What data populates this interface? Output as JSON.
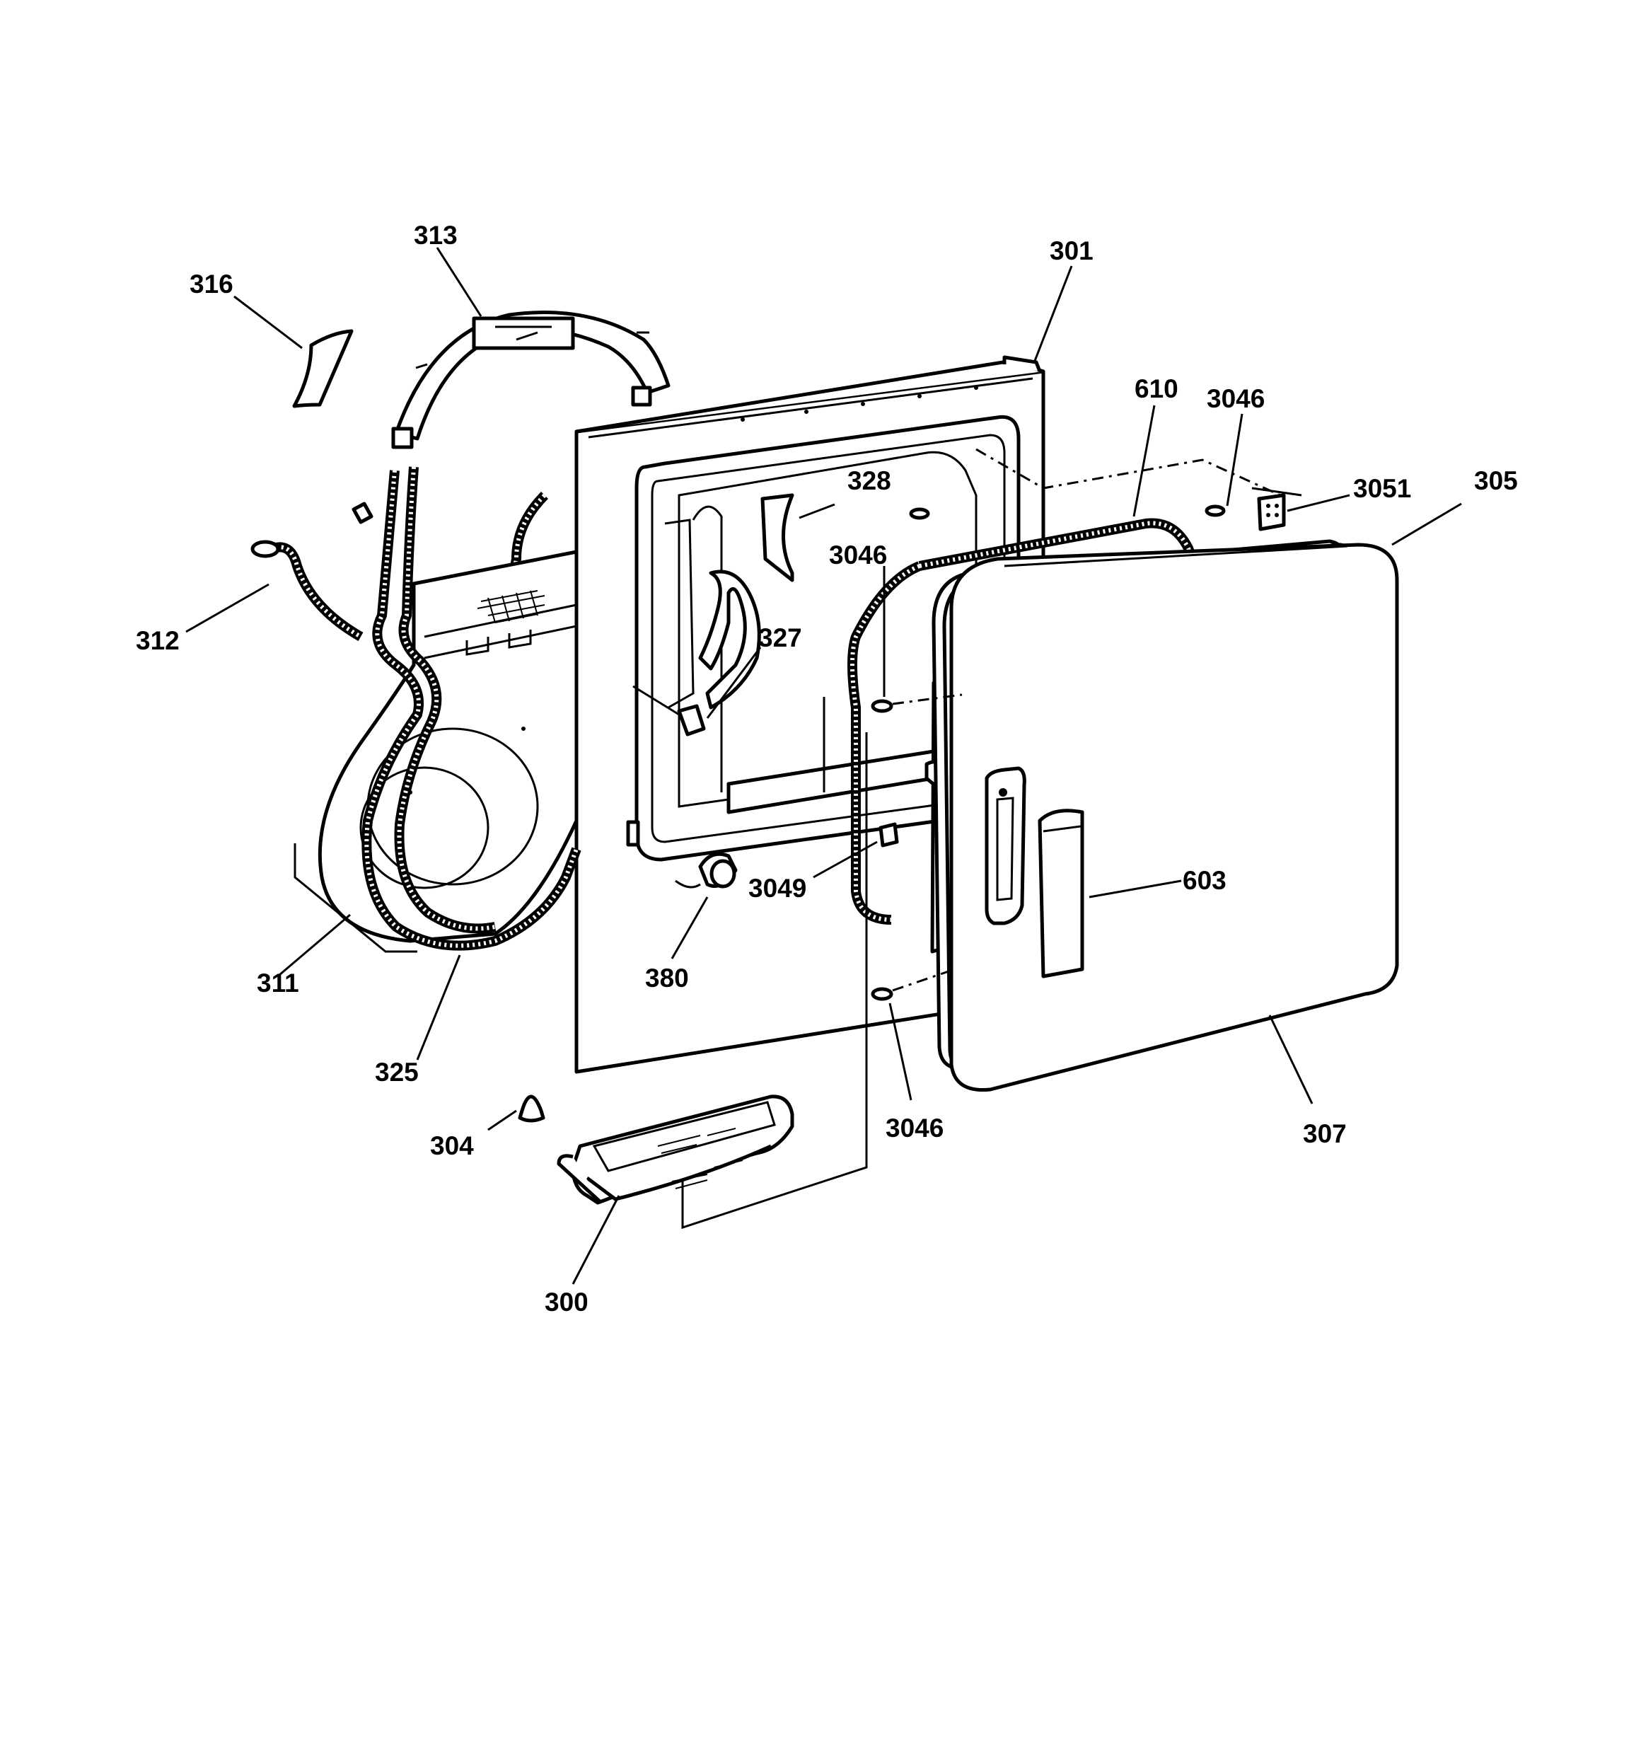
{
  "diagram": {
    "callouts": {
      "p300": "300",
      "p301": "301",
      "p304": "304",
      "p305": "305",
      "p307": "307",
      "p311": "311",
      "p312": "312",
      "p313": "313",
      "p316": "316",
      "p325": "325",
      "p327": "327",
      "p328": "328",
      "p380": "380",
      "p603": "603",
      "p610": "610",
      "p3046_top": "3046",
      "p3046_mid": "3046",
      "p3046_bot": "3046",
      "p3049": "3049",
      "p3051": "3051"
    }
  }
}
